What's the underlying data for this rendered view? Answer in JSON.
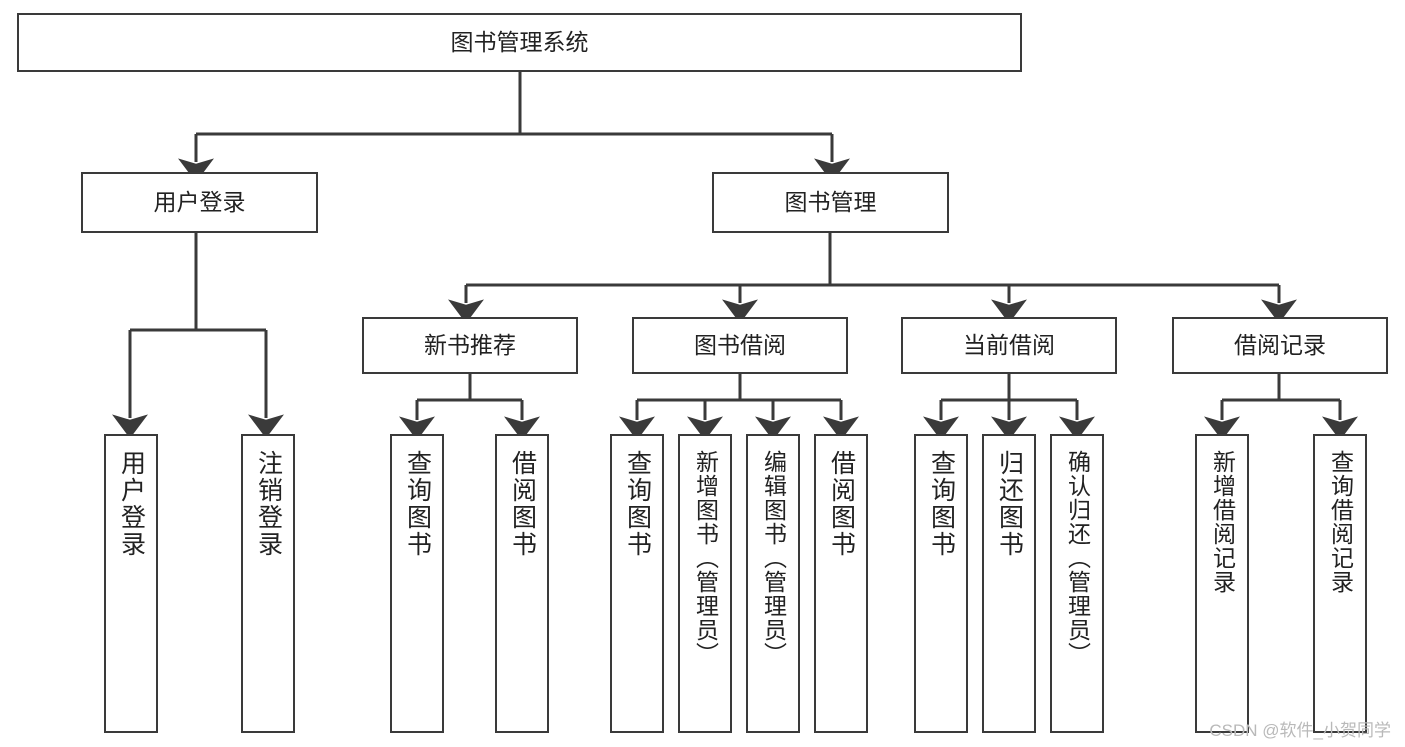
{
  "diagram": {
    "type": "tree-hierarchy",
    "title": "图书管理系统",
    "root": {
      "id": "root",
      "label": "图书管理系统"
    },
    "level1": [
      {
        "id": "user-login",
        "label": "用户登录"
      },
      {
        "id": "book-manage",
        "label": "图书管理"
      }
    ],
    "level2": [
      {
        "id": "new-book-recommend",
        "label": "新书推荐",
        "parent": "book-manage"
      },
      {
        "id": "book-borrow",
        "label": "图书借阅",
        "parent": "book-manage"
      },
      {
        "id": "current-borrow",
        "label": "当前借阅",
        "parent": "book-manage"
      },
      {
        "id": "borrow-record",
        "label": "借阅记录",
        "parent": "book-manage"
      }
    ],
    "leaves": {
      "user_login": [
        {
          "id": "leaf-user-login",
          "label": "用户登录"
        },
        {
          "id": "leaf-logout-login",
          "label": "注销登录"
        }
      ],
      "new_book_recommend": [
        {
          "id": "leaf-query-book-1",
          "label": "查询图书"
        },
        {
          "id": "leaf-borrow-book-1",
          "label": "借阅图书"
        }
      ],
      "book_borrow": [
        {
          "id": "leaf-query-book-2",
          "label": "查询图书"
        },
        {
          "id": "leaf-add-book",
          "label": "新增图书（管理员）"
        },
        {
          "id": "leaf-edit-book",
          "label": "编辑图书（管理员）"
        },
        {
          "id": "leaf-borrow-book-2",
          "label": "借阅图书"
        }
      ],
      "current_borrow": [
        {
          "id": "leaf-query-book-3",
          "label": "查询图书"
        },
        {
          "id": "leaf-return-book",
          "label": "归还图书"
        },
        {
          "id": "leaf-confirm-return",
          "label": "确认归还（管理员）"
        }
      ],
      "borrow_record": [
        {
          "id": "leaf-add-record",
          "label": "新增借阅记录"
        },
        {
          "id": "leaf-query-record",
          "label": "查询借阅记录"
        }
      ]
    },
    "colors": {
      "stroke": "#3a3a3a",
      "fill": "#ffffff",
      "text": "#222222",
      "watermark": "#b9b9b9"
    }
  },
  "watermark": {
    "text": "CSDN @软件_小贺同学"
  }
}
